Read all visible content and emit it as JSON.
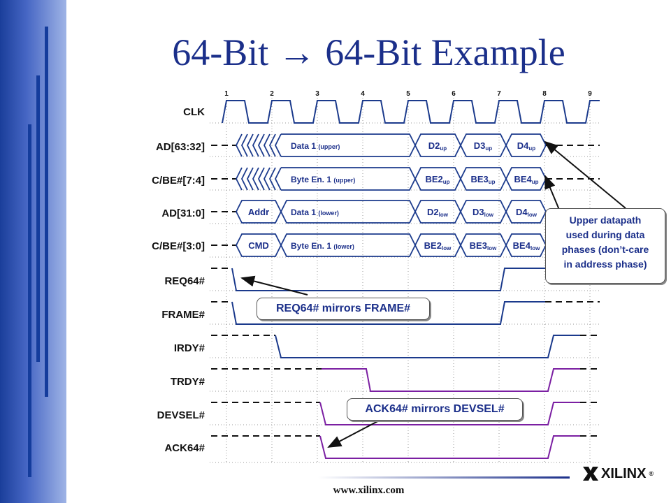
{
  "slide": {
    "title_left": "64-Bit",
    "title_arrow": "→",
    "title_right": "64-Bit Example",
    "footer_url": "www.xilinx.com",
    "logo_text": "XILINX",
    "logo_reg": "®"
  },
  "clock_numbers": [
    "1",
    "2",
    "3",
    "4",
    "5",
    "6",
    "7",
    "8",
    "9"
  ],
  "signals": [
    "CLK",
    "AD[63:32]",
    "C/BE#[7:4]",
    "AD[31:0]",
    "C/BE#[3:0]",
    "REQ64#",
    "FRAME#",
    "IRDY#",
    "TRDY#",
    "DEVSEL#",
    "ACK64#"
  ],
  "buses": {
    "ad_upper": {
      "main": "Data 1",
      "main_sub": "(upper)",
      "phases": [
        [
          "D2",
          "up"
        ],
        [
          "D3",
          "up"
        ],
        [
          "D4",
          "up"
        ]
      ]
    },
    "cbe_upper": {
      "main": "Byte En. 1",
      "main_sub": "(upper)",
      "phases": [
        [
          "BE2",
          "up"
        ],
        [
          "BE3",
          "up"
        ],
        [
          "BE4",
          "up"
        ]
      ]
    },
    "ad_lower": {
      "first": "Addr",
      "main": "Data 1",
      "main_sub": "(lower)",
      "phases": [
        [
          "D2",
          "low"
        ],
        [
          "D3",
          "low"
        ],
        [
          "D4",
          "low"
        ]
      ]
    },
    "cbe_lower": {
      "first": "CMD",
      "main": "Byte En. 1",
      "main_sub": "(lower)",
      "phases": [
        [
          "BE2",
          "low"
        ],
        [
          "BE3",
          "low"
        ],
        [
          "BE4",
          "low"
        ]
      ]
    }
  },
  "callouts": {
    "upper_datapath": [
      "Upper datapath",
      "used during data",
      "phases (don’t-care",
      "in address phase)"
    ],
    "req64": "REQ64# mirrors FRAME#",
    "ack64": "ACK64# mirrors DEVSEL#"
  },
  "colors": {
    "blue": "#1b3a8c",
    "purple": "#7b1fa2",
    "title": "#1b2f8a"
  }
}
